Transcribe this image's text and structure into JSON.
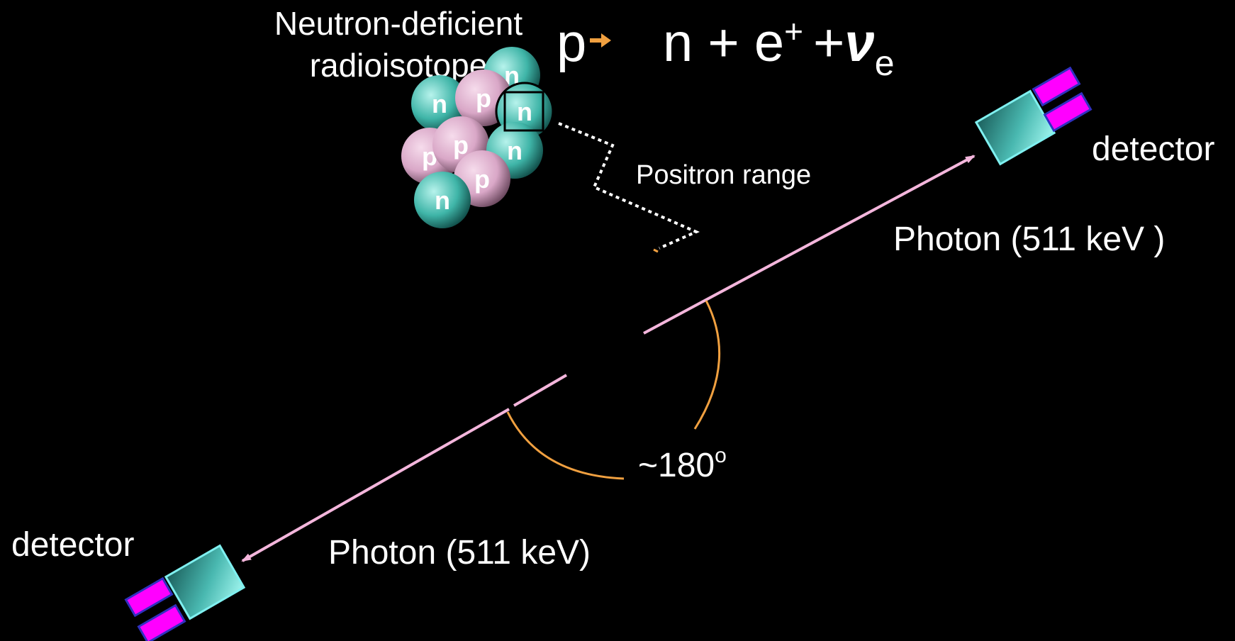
{
  "isotope_label": {
    "line1": "Neutron-deficient",
    "line2": "radioisotope"
  },
  "reaction": {
    "proton": "p",
    "arrow": "→",
    "neutron": "n + e",
    "positron_sup": "+",
    "plus": "+",
    "neutrino": "ν",
    "neutrino_sub": "e"
  },
  "nucleus": {
    "particles": [
      {
        "kind": "neutron",
        "symbol": "n"
      },
      {
        "kind": "neutron",
        "symbol": "n"
      },
      {
        "kind": "proton",
        "symbol": "p"
      },
      {
        "kind": "neutron",
        "symbol": "n"
      },
      {
        "kind": "proton",
        "symbol": "p"
      },
      {
        "kind": "proton",
        "symbol": "p"
      },
      {
        "kind": "neutron",
        "symbol": "n"
      },
      {
        "kind": "proton",
        "symbol": "p"
      },
      {
        "kind": "neutron",
        "symbol": "n"
      }
    ]
  },
  "positron_range_label": "Positron range",
  "photon_upper_label": "Photon (511 keV )",
  "photon_lower_label": "Photon (511 keV)",
  "angle_label": {
    "value": "~180",
    "sup": "o"
  },
  "detector_right_label": "detector",
  "detector_left_label": "detector",
  "colors": {
    "background": "#000000",
    "text": "#ffffff",
    "photon_line": "#f4b6dc",
    "angle_arc": "#f0a040",
    "proton_fill": "#d9a7c7",
    "neutron_fill": "#3fb5a8",
    "crystal_fill": "#2a8f8a",
    "crystal_edge": "#7ff0f0",
    "pmt_fill": "#ff00ff",
    "pmt_edge": "#3030c0",
    "positron_path": "#ffffff",
    "reaction_arrow": "#f0a040"
  }
}
